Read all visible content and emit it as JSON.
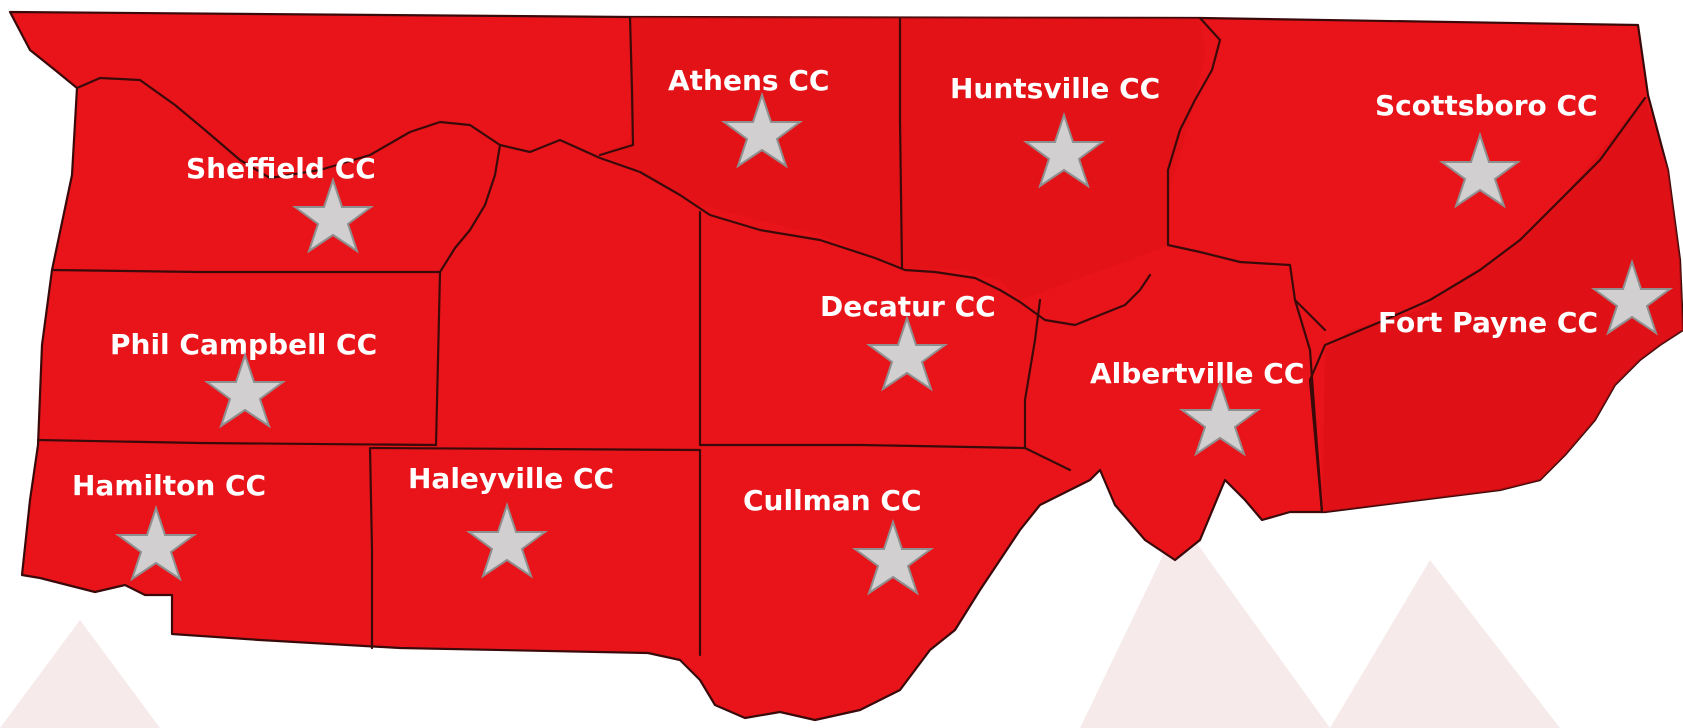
{
  "colors": {
    "region_fill": "#e8141a",
    "region_fill_dark": "#dc0f14",
    "boundary": "#3a0a0a",
    "star_fill": "#d1cfcf",
    "star_stroke": "#8f8f8f",
    "label": "#ffffff",
    "watermark": "#f4e6e6"
  },
  "markers": [
    {
      "id": "athens",
      "label": "Athens CC",
      "icon": "star-icon"
    },
    {
      "id": "huntsville",
      "label": "Huntsville CC",
      "icon": "star-icon"
    },
    {
      "id": "scottsboro",
      "label": "Scottsboro CC",
      "icon": "star-icon"
    },
    {
      "id": "sheffield",
      "label": "Sheffield CC",
      "icon": "star-icon"
    },
    {
      "id": "decatur",
      "label": "Decatur CC",
      "icon": "star-icon"
    },
    {
      "id": "fort-payne",
      "label": "Fort Payne CC",
      "icon": "star-icon"
    },
    {
      "id": "phil-campbell",
      "label": "Phil Campbell CC",
      "icon": "star-icon"
    },
    {
      "id": "albertville",
      "label": "Albertville CC",
      "icon": "star-icon"
    },
    {
      "id": "hamilton",
      "label": "Hamilton CC",
      "icon": "star-icon"
    },
    {
      "id": "haleyville",
      "label": "Haleyville CC",
      "icon": "star-icon"
    },
    {
      "id": "cullman",
      "label": "Cullman CC",
      "icon": "star-icon"
    }
  ]
}
